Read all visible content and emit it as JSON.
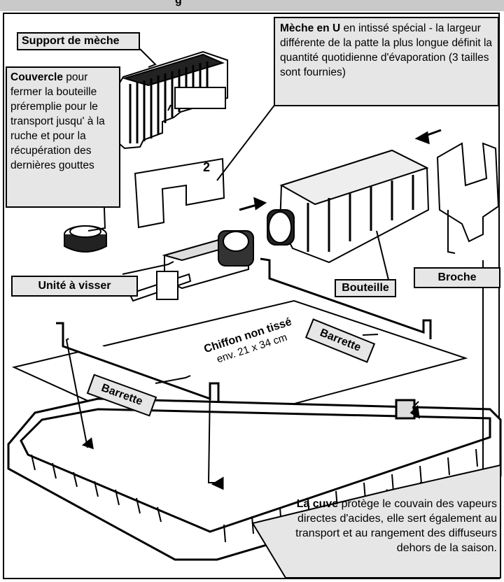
{
  "header": {
    "title": "g"
  },
  "labels": {
    "support": "Support de mèche",
    "couvercle_bold": "Couvercle",
    "couvercle_text": " pour fermer la bouteille préremplie pour le transport jusqu' à la ruche et pour la récupération des dernières gouttes",
    "meche_bold": "Mèche en U",
    "meche_text": " en intissé spécial - la largeur différente de la patte la plus longue définit la quantité quotidienne d'évaporation (3 tailles sont fournies)",
    "unite": "Unité à visser",
    "bouteille": "Bouteille",
    "broche": "Broche",
    "barrette_right": "Barrette",
    "barrette_left": "Barrette",
    "chiffon_title": "Chiffon non tissé",
    "chiffon_size": "env. 21 x 34 cm",
    "cuve_bold": "La cuve",
    "cuve_text": " protège le couvain des vapeurs directes d'acides, elle sert également au transport et au rangement des diffuseurs dehors de la saison.",
    "wick_number": "2"
  },
  "colors": {
    "label_bg": "#e6e6e6",
    "line": "#000000",
    "topbar": "#c9c9c9"
  }
}
